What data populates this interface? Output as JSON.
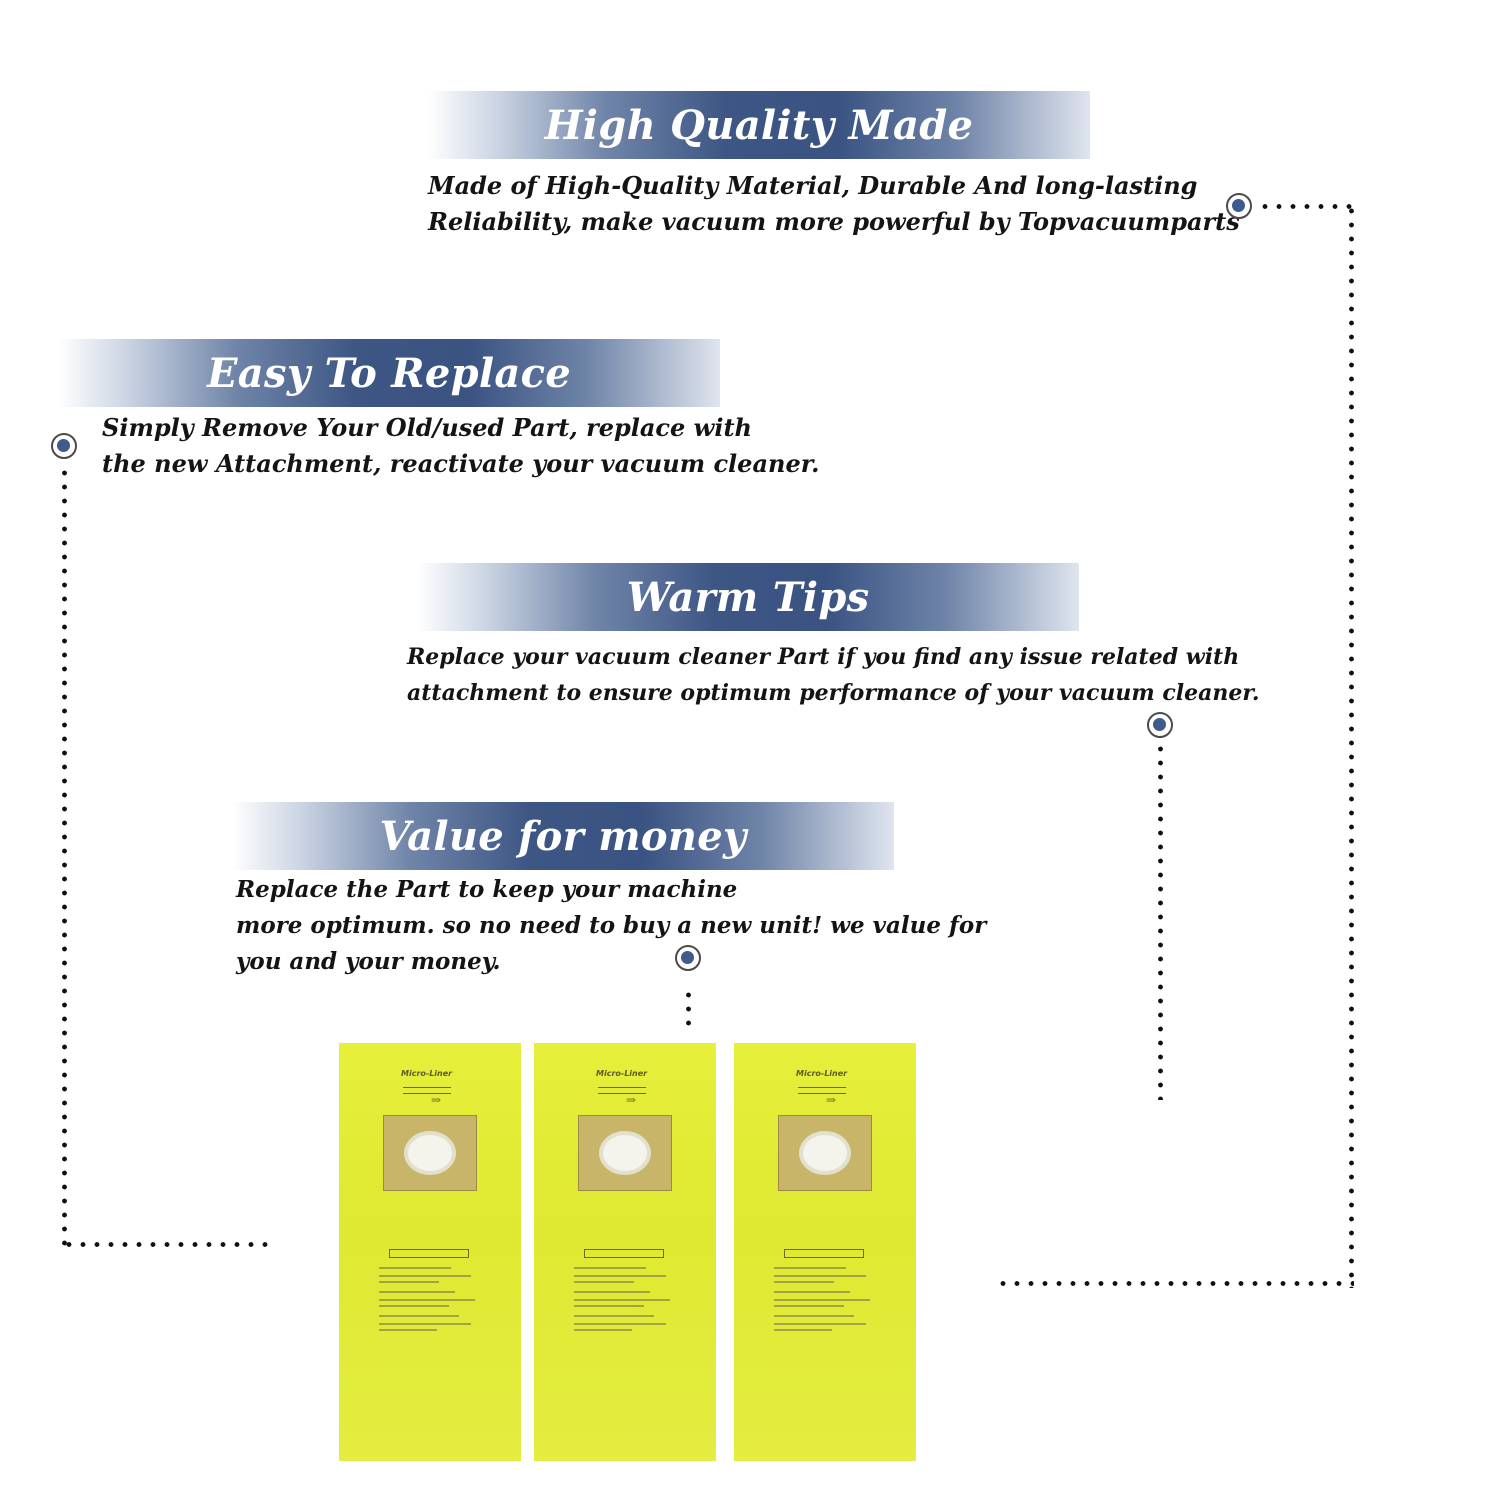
{
  "sections": [
    {
      "title": "High Quality Made",
      "lines": [
        "Made of  High-Quality Material, Durable And long-lasting",
        "Reliability, make vacuum more powerful by Topvacuumparts"
      ]
    },
    {
      "title": "Easy To Replace",
      "lines": [
        "Simply Remove Your Old/used Part, replace with",
        "the new Attachment, reactivate your vacuum cleaner."
      ]
    },
    {
      "title": "Warm Tips",
      "lines": [
        "Replace your vacuum cleaner Part if you find any issue related with",
        " attachment to ensure optimum performance of your vacuum cleaner."
      ]
    },
    {
      "title": "Value for money",
      "lines": [
        "Replace the Part to keep your machine",
        "more optimum. so no need to buy a new unit! we value for",
        "you and your money."
      ]
    }
  ],
  "product": {
    "brand": "Micro-Liner",
    "bag_count": 3
  },
  "colors": {
    "banner": "#3d5684",
    "node_fill": "#3e5b8c",
    "bag": "#e2ec36",
    "collar": "#c8b56a"
  }
}
